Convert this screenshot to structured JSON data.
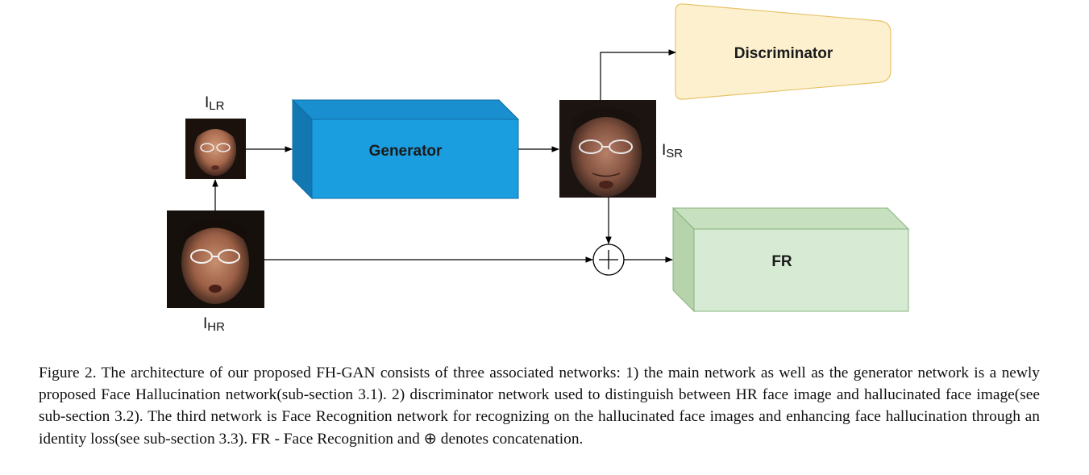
{
  "diagram": {
    "labels": {
      "lr": {
        "main": "I",
        "sub": "LR"
      },
      "hr": {
        "main": "I",
        "sub": "HR"
      },
      "sr": {
        "main": "I",
        "sub": "SR"
      }
    },
    "nodes": {
      "generator": "Generator",
      "discriminator": "Discriminator",
      "fr": "FR"
    },
    "colors": {
      "generator_front": "#1b9ee0",
      "generator_side": "#1377b2",
      "discriminator_fill": "#fdf0cf",
      "discriminator_stroke": "#e6c46a",
      "fr_front": "#d7ead3",
      "fr_side": "#b6d3ac",
      "fr_stroke": "#88b47c"
    },
    "icons": {
      "face_images": "face-photo",
      "operator": "concatenation-circle-plus"
    }
  },
  "caption": "Figure 2. The architecture of our proposed FH-GAN consists of three associated networks: 1) the main network as well as the generator network is a newly proposed Face Hallucination network(sub-section 3.1). 2) discriminator network used to distinguish between HR face image and hallucinated face image(see sub-section 3.2). The third network is Face Recognition network for recognizing on the hallucinated face images and enhancing face hallucination through an identity loss(see sub-section 3.3). FR - Face Recognition and ⊕ denotes concatenation."
}
